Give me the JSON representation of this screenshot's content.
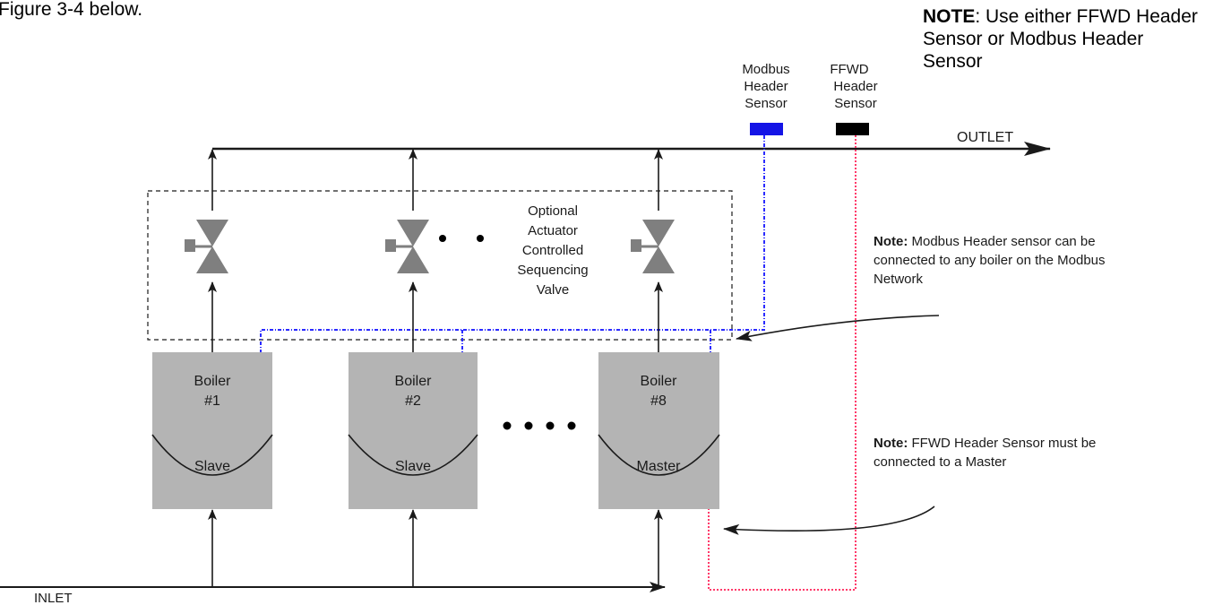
{
  "caption_fragment": "Figure 3-4 below.",
  "top_note": {
    "prefix": "NOTE",
    "text": ": Use either FFWD Header Sensor or Modbus Header Sensor"
  },
  "sensors": {
    "modbus": [
      "Modbus",
      "Header",
      "Sensor"
    ],
    "ffwd": [
      "FFWD",
      "Header",
      "Sensor"
    ]
  },
  "outlet_label": "OUTLET",
  "inlet_label": "INLET",
  "valve_box_label": [
    "Optional",
    "Actuator",
    "Controlled",
    "Sequencing",
    "Valve"
  ],
  "boilers": [
    {
      "name": "Boiler",
      "number": "#1",
      "role": "Slave"
    },
    {
      "name": "Boiler",
      "number": "#2",
      "role": "Slave"
    },
    {
      "name": "Boiler",
      "number": "#8",
      "role": "Master"
    }
  ],
  "notes": {
    "modbus_note": {
      "prefix": "Note:",
      "text": " Modbus Header sensor can be connected to any boiler on the Modbus Network"
    },
    "ffwd_note": {
      "prefix": "Note:",
      "text": " FFWD Header Sensor must be connected to a Master"
    }
  },
  "colors": {
    "line": "#1a1a1a",
    "modbus_sensor": "#1414e6",
    "ffwd_sensor": "#000000",
    "modbus_wire": "#2a2aff",
    "ffwd_wire": "#ff3a6a",
    "boiler_fill": "#b4b4b4",
    "valve_fill": "#7f7f7f"
  }
}
